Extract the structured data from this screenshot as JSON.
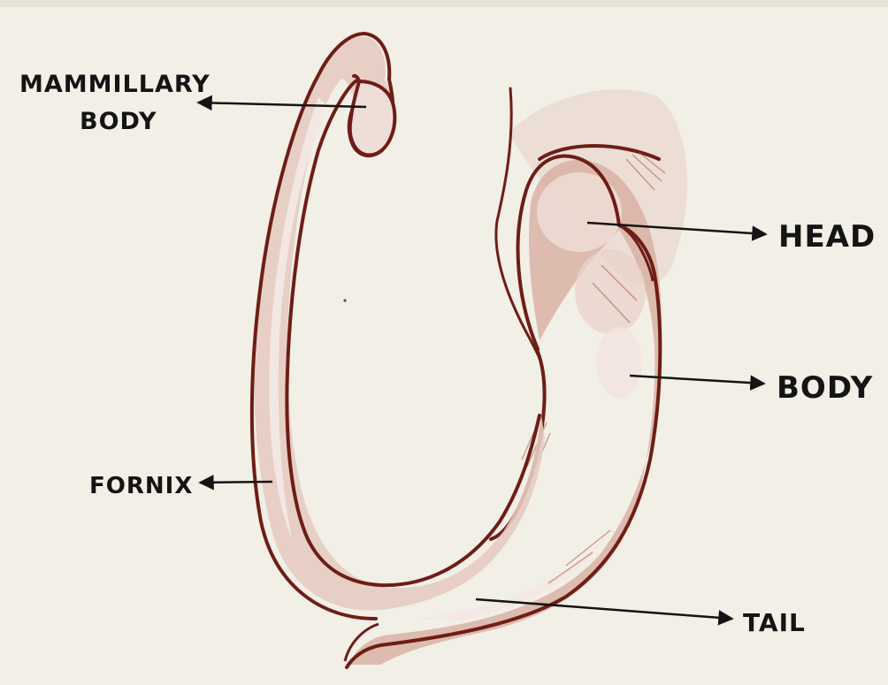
{
  "labels": {
    "mammillary_line1": "MAMMILLARY",
    "mammillary_line2": "BODY",
    "head": "HEAD",
    "body": "BODY",
    "fornix": "FORNIX",
    "tail": "TAIL"
  },
  "colors": {
    "paper": "#f2efe6",
    "outline": "#6e1d16",
    "shade": "#c99a8c",
    "ink": "#141414"
  }
}
